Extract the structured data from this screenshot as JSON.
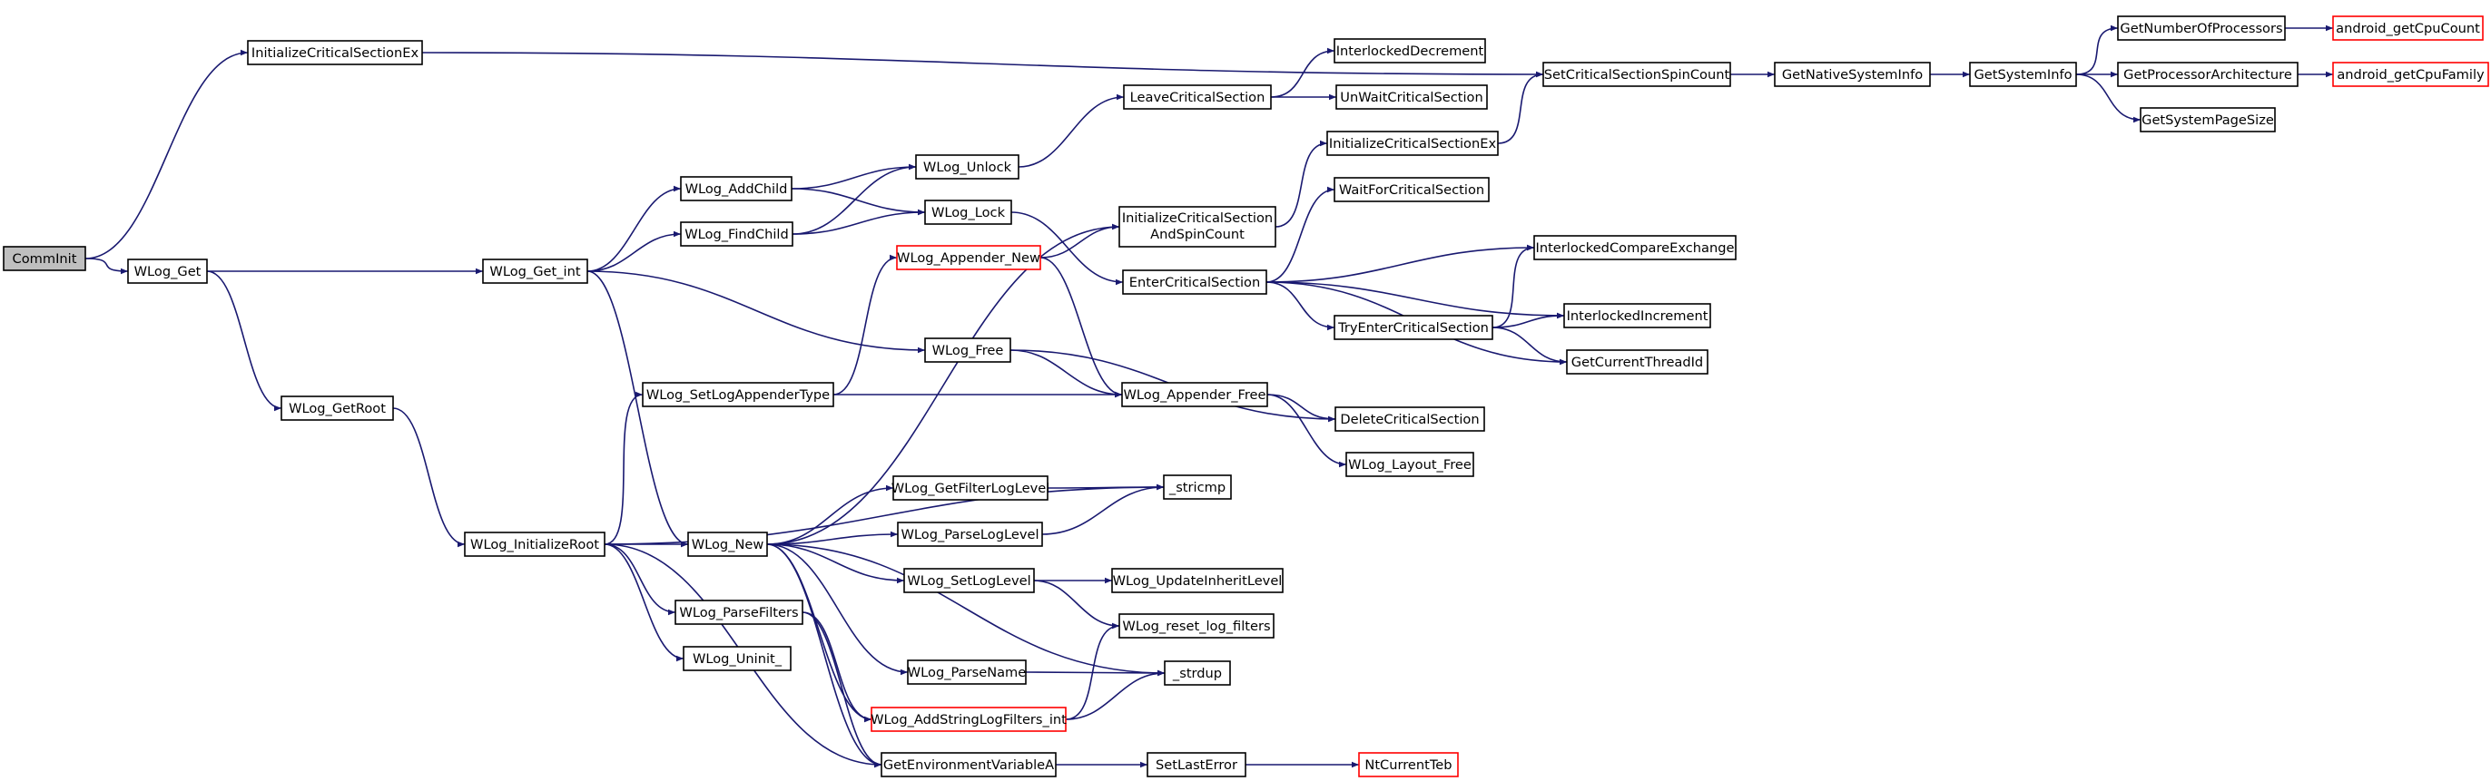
{
  "nodes": [
    {
      "id": "CommInit",
      "label": "CommInit",
      "root": true
    },
    {
      "id": "InitCSEx1",
      "label": "InitializeCriticalSectionEx"
    },
    {
      "id": "WLog_Get",
      "label": "WLog_Get"
    },
    {
      "id": "WLog_Get_int",
      "label": "WLog_Get_int"
    },
    {
      "id": "WLog_GetRoot",
      "label": "WLog_GetRoot"
    },
    {
      "id": "WLog_AddChild",
      "label": "WLog_AddChild"
    },
    {
      "id": "WLog_FindChild",
      "label": "WLog_FindChild"
    },
    {
      "id": "WLog_Unlock",
      "label": "WLog_Unlock"
    },
    {
      "id": "WLog_Lock",
      "label": "WLog_Lock"
    },
    {
      "id": "LeaveCS",
      "label": "LeaveCriticalSection"
    },
    {
      "id": "InterlockedDecrement",
      "label": "InterlockedDecrement"
    },
    {
      "id": "UnWaitCS",
      "label": "UnWaitCriticalSection"
    },
    {
      "id": "InitCSEx2",
      "label": "InitializeCriticalSectionEx"
    },
    {
      "id": "SetCSSpinCount",
      "label": "SetCriticalSectionSpinCount"
    },
    {
      "id": "GetNativeSystemInfo",
      "label": "GetNativeSystemInfo"
    },
    {
      "id": "GetSystemInfo",
      "label": "GetSystemInfo"
    },
    {
      "id": "GetNumberOfProcessors",
      "label": "GetNumberOfProcessors"
    },
    {
      "id": "GetProcessorArchitecture",
      "label": "GetProcessorArchitecture"
    },
    {
      "id": "GetSystemPageSize",
      "label": "GetSystemPageSize"
    },
    {
      "id": "android_getCpuCount",
      "label": "android_getCpuCount",
      "red": true
    },
    {
      "id": "android_getCpuFamily",
      "label": "android_getCpuFamily",
      "red": true
    },
    {
      "id": "InitCSAndSpin",
      "label": "InitializeCriticalSection",
      "label2": "AndSpinCount"
    },
    {
      "id": "WLog_Appender_New",
      "label": "WLog_Appender_New",
      "red": true
    },
    {
      "id": "EnterCS",
      "label": "EnterCriticalSection"
    },
    {
      "id": "WaitForCS",
      "label": "WaitForCriticalSection"
    },
    {
      "id": "InterlockedCompareExchange",
      "label": "InterlockedCompareExchange"
    },
    {
      "id": "TryEnterCS",
      "label": "TryEnterCriticalSection"
    },
    {
      "id": "InterlockedIncrement",
      "label": "InterlockedIncrement"
    },
    {
      "id": "GetCurrentThreadId",
      "label": "GetCurrentThreadId"
    },
    {
      "id": "WLog_Free",
      "label": "WLog_Free"
    },
    {
      "id": "WLog_SetLogAppenderType",
      "label": "WLog_SetLogAppenderType"
    },
    {
      "id": "WLog_Appender_Free",
      "label": "WLog_Appender_Free"
    },
    {
      "id": "DeleteCS",
      "label": "DeleteCriticalSection"
    },
    {
      "id": "WLog_Layout_Free",
      "label": "WLog_Layout_Free"
    },
    {
      "id": "WLog_GetFilterLogLevel",
      "label": "WLog_GetFilterLogLevel"
    },
    {
      "id": "_stricmp",
      "label": "_stricmp"
    },
    {
      "id": "WLog_InitializeRoot",
      "label": "WLog_InitializeRoot"
    },
    {
      "id": "WLog_New",
      "label": "WLog_New"
    },
    {
      "id": "WLog_ParseLogLevel",
      "label": "WLog_ParseLogLevel"
    },
    {
      "id": "WLog_SetLogLevel",
      "label": "WLog_SetLogLevel"
    },
    {
      "id": "WLog_UpdateInheritLevel",
      "label": "WLog_UpdateInheritLevel"
    },
    {
      "id": "WLog_reset_log_filters",
      "label": "WLog_reset_log_filters"
    },
    {
      "id": "WLog_ParseFilters",
      "label": "WLog_ParseFilters"
    },
    {
      "id": "WLog_Uninit_",
      "label": "WLog_Uninit_"
    },
    {
      "id": "WLog_ParseName",
      "label": "WLog_ParseName"
    },
    {
      "id": "_strdup",
      "label": "_strdup"
    },
    {
      "id": "WLog_AddStringLogFilters_int",
      "label": "WLog_AddStringLogFilters_int",
      "red": true
    },
    {
      "id": "GetEnvironmentVariableA",
      "label": "GetEnvironmentVariableA"
    },
    {
      "id": "SetLastError",
      "label": "SetLastError"
    },
    {
      "id": "NtCurrentTeb",
      "label": "NtCurrentTeb",
      "red": true
    }
  ],
  "edges": [
    [
      "CommInit",
      "InitCSEx1"
    ],
    [
      "CommInit",
      "WLog_Get"
    ],
    [
      "InitCSEx1",
      "SetCSSpinCount"
    ],
    [
      "WLog_Get",
      "WLog_Get_int"
    ],
    [
      "WLog_Get",
      "WLog_GetRoot"
    ],
    [
      "WLog_Get_int",
      "WLog_AddChild"
    ],
    [
      "WLog_Get_int",
      "WLog_FindChild"
    ],
    [
      "WLog_Get_int",
      "WLog_Free"
    ],
    [
      "WLog_Get_int",
      "WLog_New"
    ],
    [
      "WLog_GetRoot",
      "WLog_InitializeRoot"
    ],
    [
      "WLog_AddChild",
      "WLog_Unlock"
    ],
    [
      "WLog_AddChild",
      "WLog_Lock"
    ],
    [
      "WLog_FindChild",
      "WLog_Unlock"
    ],
    [
      "WLog_FindChild",
      "WLog_Lock"
    ],
    [
      "WLog_Unlock",
      "LeaveCS"
    ],
    [
      "WLog_Lock",
      "EnterCS"
    ],
    [
      "LeaveCS",
      "InterlockedDecrement"
    ],
    [
      "LeaveCS",
      "UnWaitCS"
    ],
    [
      "InitCSAndSpin",
      "InitCSEx2"
    ],
    [
      "InitCSEx2",
      "SetCSSpinCount"
    ],
    [
      "SetCSSpinCount",
      "GetNativeSystemInfo"
    ],
    [
      "GetNativeSystemInfo",
      "GetSystemInfo"
    ],
    [
      "GetSystemInfo",
      "GetNumberOfProcessors"
    ],
    [
      "GetSystemInfo",
      "GetProcessorArchitecture"
    ],
    [
      "GetSystemInfo",
      "GetSystemPageSize"
    ],
    [
      "GetNumberOfProcessors",
      "android_getCpuCount"
    ],
    [
      "GetProcessorArchitecture",
      "android_getCpuFamily"
    ],
    [
      "WLog_Appender_New",
      "InitCSAndSpin"
    ],
    [
      "WLog_Appender_New",
      "WLog_Appender_Free"
    ],
    [
      "EnterCS",
      "WaitForCS"
    ],
    [
      "EnterCS",
      "InterlockedCompareExchange"
    ],
    [
      "EnterCS",
      "TryEnterCS"
    ],
    [
      "EnterCS",
      "InterlockedIncrement"
    ],
    [
      "EnterCS",
      "GetCurrentThreadId"
    ],
    [
      "TryEnterCS",
      "InterlockedCompareExchange"
    ],
    [
      "TryEnterCS",
      "InterlockedIncrement"
    ],
    [
      "TryEnterCS",
      "GetCurrentThreadId"
    ],
    [
      "WLog_Free",
      "WLog_Appender_Free"
    ],
    [
      "WLog_Free",
      "DeleteCS"
    ],
    [
      "WLog_SetLogAppenderType",
      "WLog_Appender_New"
    ],
    [
      "WLog_SetLogAppenderType",
      "WLog_Appender_Free"
    ],
    [
      "WLog_Appender_Free",
      "DeleteCS"
    ],
    [
      "WLog_Appender_Free",
      "WLog_Layout_Free"
    ],
    [
      "WLog_InitializeRoot",
      "WLog_SetLogAppenderType"
    ],
    [
      "WLog_InitializeRoot",
      "_stricmp"
    ],
    [
      "WLog_InitializeRoot",
      "WLog_New"
    ],
    [
      "WLog_InitializeRoot",
      "WLog_ParseFilters"
    ],
    [
      "WLog_InitializeRoot",
      "WLog_Uninit_"
    ],
    [
      "WLog_InitializeRoot",
      "GetEnvironmentVariableA"
    ],
    [
      "WLog_New",
      "InitCSAndSpin"
    ],
    [
      "WLog_New",
      "WLog_GetFilterLogLevel"
    ],
    [
      "WLog_New",
      "WLog_ParseLogLevel"
    ],
    [
      "WLog_New",
      "WLog_SetLogLevel"
    ],
    [
      "WLog_New",
      "WLog_ParseName"
    ],
    [
      "WLog_New",
      "_strdup"
    ],
    [
      "WLog_New",
      "WLog_AddStringLogFilters_int"
    ],
    [
      "WLog_New",
      "GetEnvironmentVariableA"
    ],
    [
      "WLog_GetFilterLogLevel",
      "_stricmp"
    ],
    [
      "WLog_ParseLogLevel",
      "_stricmp"
    ],
    [
      "WLog_SetLogLevel",
      "WLog_UpdateInheritLevel"
    ],
    [
      "WLog_SetLogLevel",
      "WLog_reset_log_filters"
    ],
    [
      "WLog_ParseFilters",
      "WLog_AddStringLogFilters_int"
    ],
    [
      "WLog_ParseFilters",
      "GetEnvironmentVariableA"
    ],
    [
      "WLog_ParseName",
      "_strdup"
    ],
    [
      "WLog_AddStringLogFilters_int",
      "WLog_reset_log_filters"
    ],
    [
      "WLog_AddStringLogFilters_int",
      "_strdup"
    ],
    [
      "GetEnvironmentVariableA",
      "SetLastError"
    ],
    [
      "SetLastError",
      "NtCurrentTeb"
    ]
  ]
}
